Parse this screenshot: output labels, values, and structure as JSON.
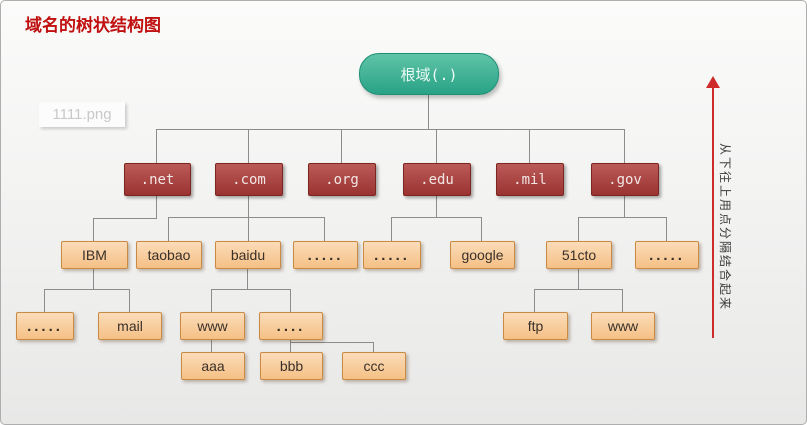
{
  "page": {
    "heading": "域名的树状结构图",
    "watermark": "1111.png"
  },
  "annotation": {
    "arrow_label": "从下往上用点分隔结合起来",
    "arrow_direction": "up"
  },
  "tree": {
    "root": {
      "label": "根域(.)",
      "children": [
        {
          "label": ".net",
          "children": [
            {
              "label": "IBM",
              "children": [
                {
                  "label": "....."
                },
                {
                  "label": "mail"
                }
              ]
            }
          ]
        },
        {
          "label": ".com",
          "children": [
            {
              "label": "taobao"
            },
            {
              "label": "baidu",
              "children": [
                {
                  "label": "www",
                  "children": [
                    {
                      "label": "aaa"
                    }
                  ]
                },
                {
                  "label": "....",
                  "children": [
                    {
                      "label": "bbb"
                    },
                    {
                      "label": "ccc"
                    }
                  ]
                }
              ]
            },
            {
              "label": "....."
            }
          ]
        },
        {
          "label": ".org"
        },
        {
          "label": ".edu",
          "children": [
            {
              "label": "....."
            },
            {
              "label": "google"
            }
          ]
        },
        {
          "label": ".mil"
        },
        {
          "label": ".gov",
          "children": [
            {
              "label": "51cto",
              "children": [
                {
                  "label": "ftp"
                },
                {
                  "label": "www"
                }
              ]
            },
            {
              "label": "....."
            }
          ]
        }
      ]
    }
  },
  "colors": {
    "title_red": "#c01010",
    "root_green": "#2aa287",
    "tld_red": "#9a3331",
    "subdomain_peach": "#f7c994",
    "connector_gray": "#8c8c8c",
    "arrow_red": "#cf2b2b",
    "background": "#f0f0ef"
  }
}
